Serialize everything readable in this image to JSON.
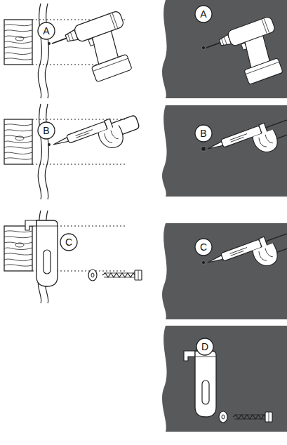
{
  "diagram": {
    "nodes": [
      {
        "text": [
          "A"
        ]
      },
      {
        "text": [
          "A"
        ]
      },
      {
        "text": [
          "B"
        ]
      },
      {
        "text": [
          "B"
        ]
      },
      {
        "text": [
          "C"
        ]
      },
      {
        "text": [
          "C"
        ]
      },
      {
        "text": [
          "D"
        ]
      }
    ]
  }
}
